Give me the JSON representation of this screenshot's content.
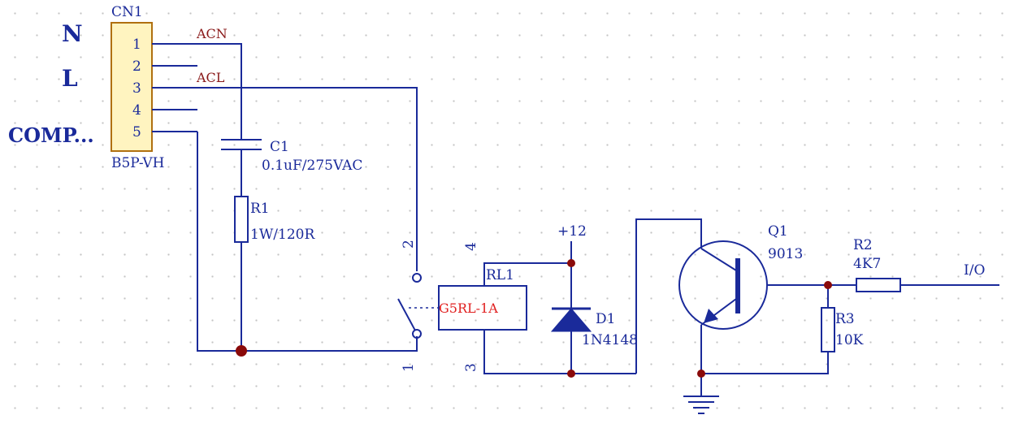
{
  "connector": {
    "ref": "CN1",
    "value": "B5P-VH",
    "pins": [
      "1",
      "2",
      "3",
      "4",
      "5"
    ],
    "row_labels": {
      "n": "N",
      "l": "L",
      "comp": "COMP..."
    }
  },
  "nets": {
    "acn": "ACN",
    "acl": "ACL",
    "vcc": "+12",
    "io": "I/O"
  },
  "c1": {
    "ref": "C1",
    "value": "0.1uF/275VAC"
  },
  "r1": {
    "ref": "R1",
    "value": "1W/120R"
  },
  "relay": {
    "ref": "RL1",
    "value": "G5RL-1A",
    "pin_1": "1",
    "pin_2": "2",
    "pin_3": "3",
    "pin_4": "4"
  },
  "d1": {
    "ref": "D1",
    "value": "1N4148"
  },
  "q1": {
    "ref": "Q1",
    "value": "9013"
  },
  "r2": {
    "ref": "R2",
    "value": "4K7"
  },
  "r3": {
    "ref": "R3",
    "value": "10K"
  },
  "colors": {
    "wire": "#1a2a9a",
    "junction": "#8a0a0a",
    "connector_fill": "#fff4c0",
    "net_label": "#8a1a1a",
    "relay_value": "#e02020"
  }
}
